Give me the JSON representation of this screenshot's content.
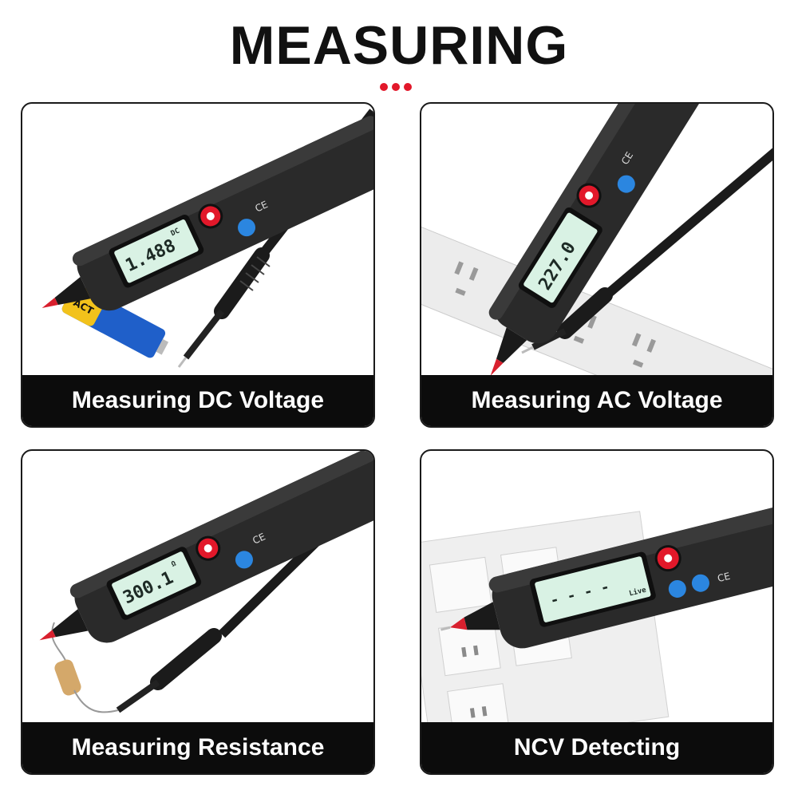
{
  "header": {
    "title": "MEASURING"
  },
  "panels": [
    {
      "caption": "Measuring DC Voltage",
      "reading": "1.488",
      "unit": "DC"
    },
    {
      "caption": "Measuring AC Voltage",
      "reading": "227.0",
      "unit": ""
    },
    {
      "caption": "Measuring Resistance",
      "reading": "300.1",
      "unit": "Ω"
    },
    {
      "caption": "NCV Detecting",
      "reading": "- - - -",
      "unit": "Live"
    }
  ],
  "battery_label": "ACT",
  "icons": [
    "red-power-button-icon",
    "blue-function-button-icon",
    "ce-mark-icon",
    "test-probe-icon"
  ],
  "colors": {
    "accent_red": "#e2182a",
    "caption_bg": "#0c0c0c",
    "lcd": "#d9f2e4",
    "pen_body": "#2a2a2a"
  }
}
